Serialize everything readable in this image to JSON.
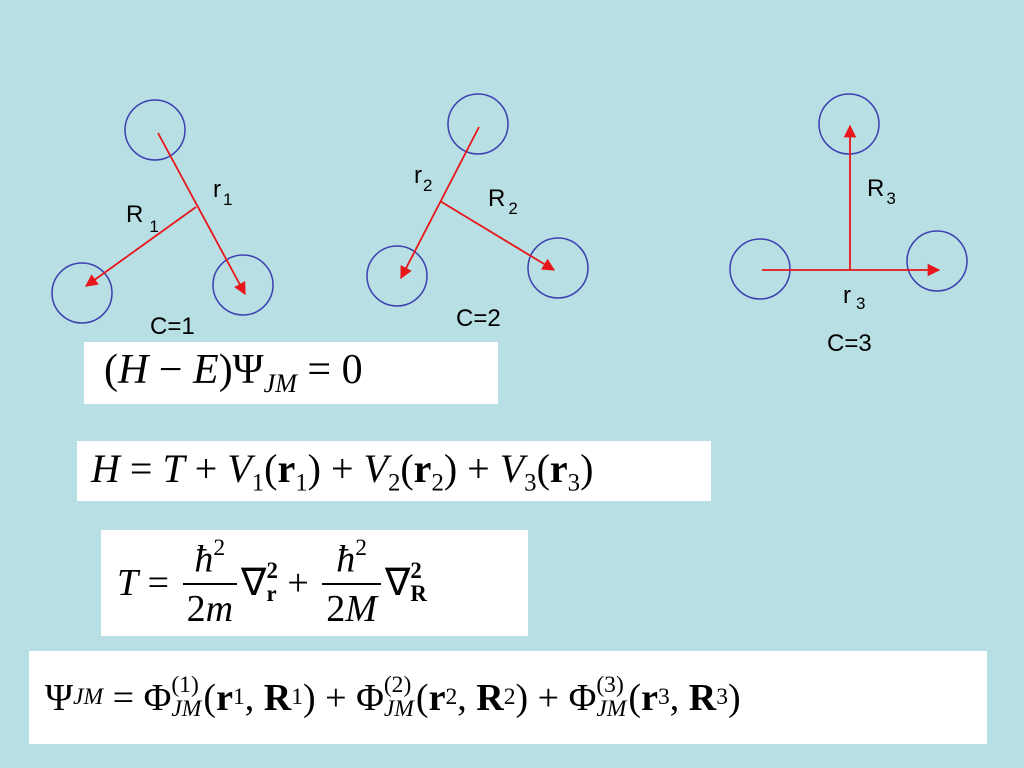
{
  "configurations": [
    {
      "label_r": "r",
      "sub_r": "1",
      "label_R": "R",
      "sub_R": "1",
      "caption": "C=1"
    },
    {
      "label_r": "r",
      "sub_r": "2",
      "label_R": "R",
      "sub_R": "2",
      "caption": "C=2"
    },
    {
      "label_r": "r",
      "sub_r": "3",
      "label_R": "R",
      "sub_R": "3",
      "caption": "C=3"
    }
  ],
  "colors": {
    "background": "#b8dfe3",
    "circle": "#3b3fb0",
    "arrow": "#e8161b",
    "equation_box": "#ffffff"
  },
  "equations": {
    "eq1": "(H − E)Ψ_JM = 0",
    "eq2": "H = T + V1(r1) + V2(r2) + V3(r3)",
    "eq3": "T = ħ²/2m ∇²r + ħ²/2M ∇²R",
    "eq4": "Ψ_JM = Φ(1)JM(r1, R1) + Φ(2)JM(r2, R2) + Φ(3)JM(r3, R3)"
  }
}
